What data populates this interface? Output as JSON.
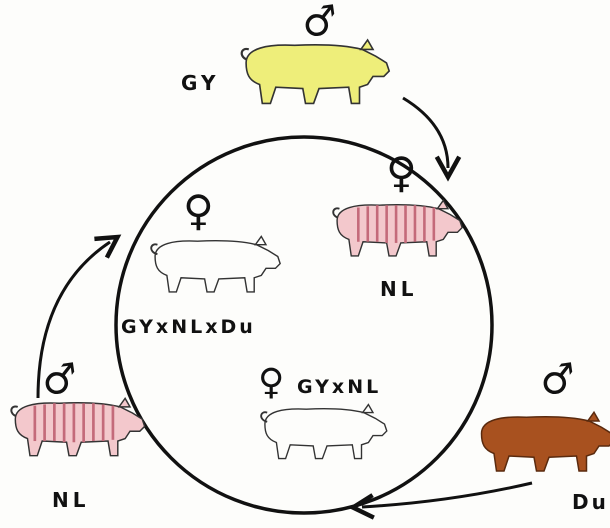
{
  "labels": {
    "gy": "GY",
    "nl_inner": "NL",
    "triple_cross": "GYxNLxDu",
    "gy_nl_cross": "GYxNL",
    "nl_outer": "NL",
    "du": "Du"
  },
  "symbols": {
    "male": "♂",
    "female": "♀"
  },
  "breeds": [
    {
      "code": "GY",
      "color": "#eeee7a"
    },
    {
      "code": "NL",
      "color": "#f3c8cc",
      "stripe": "#c46a7a"
    },
    {
      "code": "Du",
      "color": "#a8511f"
    }
  ]
}
